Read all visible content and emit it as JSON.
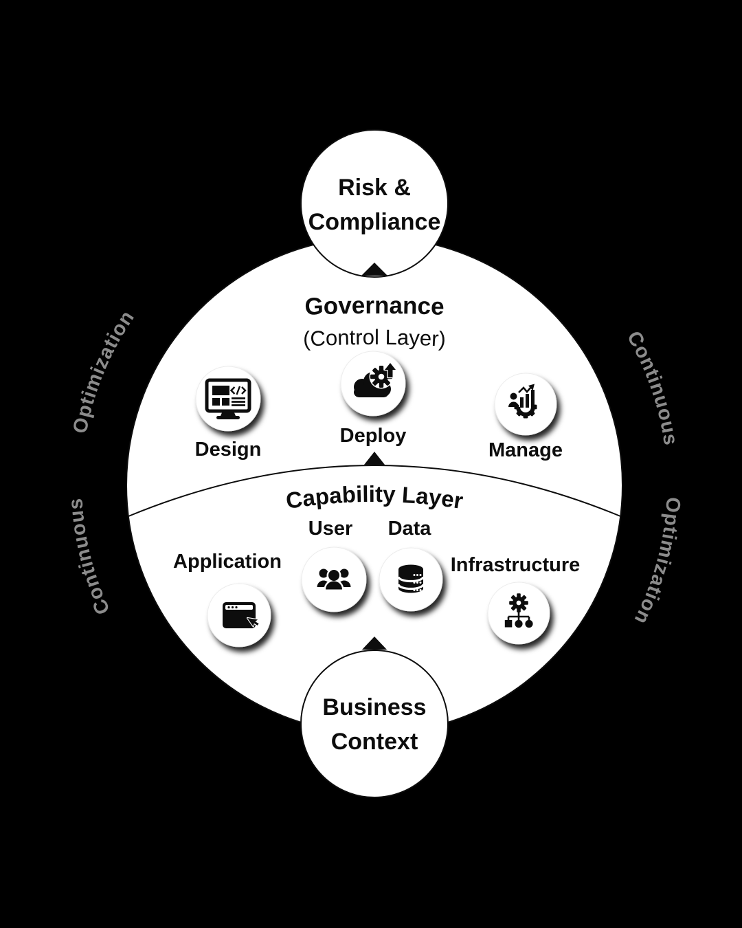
{
  "colors": {
    "background": "#000000",
    "surface": "#ffffff",
    "ink": "#0d0d0d",
    "muted_text": "#8c8c8c"
  },
  "top_node": {
    "line1": "Risk &",
    "line2": "Compliance"
  },
  "bottom_node": {
    "line1": "Business",
    "line2": "Context"
  },
  "governance_layer": {
    "title": "Governance",
    "subtitle": "(Control Layer)",
    "items": [
      {
        "label": "Design",
        "icon": "monitor-code-icon"
      },
      {
        "label": "Deploy",
        "icon": "cloud-gear-upload-icon"
      },
      {
        "label": "Manage",
        "icon": "person-chart-gear-icon"
      }
    ]
  },
  "capability_layer": {
    "title": "Capability Layer",
    "items": [
      {
        "label": "Application",
        "icon": "browser-cursor-icon"
      },
      {
        "label": "User",
        "icon": "people-group-icon"
      },
      {
        "label": "Data",
        "icon": "database-icon"
      },
      {
        "label": "Infrastructure",
        "icon": "gear-network-icon"
      }
    ]
  },
  "cycle_text": {
    "top_left": "Optimization",
    "bottom_left": "Continuous",
    "top_right": "Continuous",
    "bottom_right": "Optimization"
  }
}
